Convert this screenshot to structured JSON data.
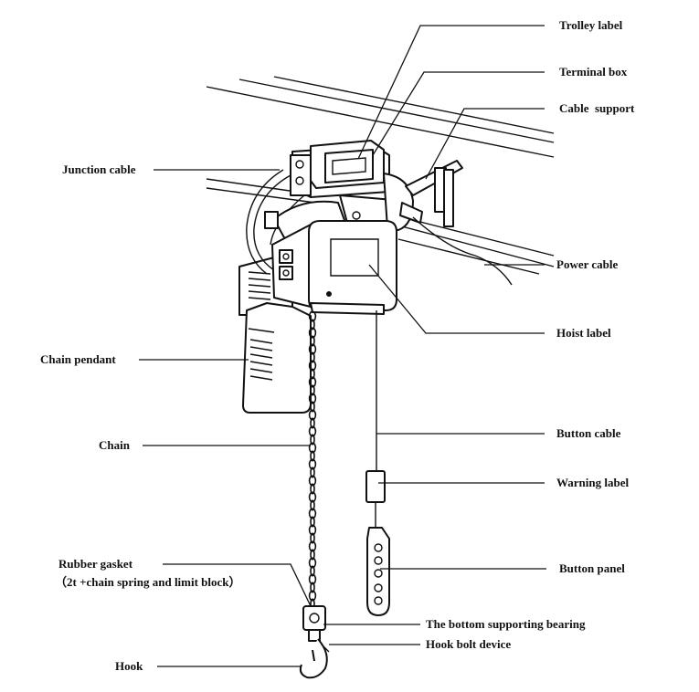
{
  "diagram": {
    "labels": {
      "trolley_label": "Trolley label",
      "terminal_box": "Terminal box",
      "cable_support": "Cable  support",
      "junction_cable": "Junction cable",
      "power_cable": "Power cable",
      "hoist_label": "Hoist label",
      "chain_pendant": "Chain pendant",
      "button_cable": "Button cable",
      "chain": "Chain",
      "warning_label": "Warning label",
      "button_panel": "Button panel",
      "rubber_gasket": "Rubber gasket",
      "rubber_gasket_note": "（2t +chain spring and limit block）",
      "bottom_bearing": "The bottom supporting bearing",
      "hook_bolt_device": "Hook bolt device",
      "hook": "Hook"
    }
  }
}
